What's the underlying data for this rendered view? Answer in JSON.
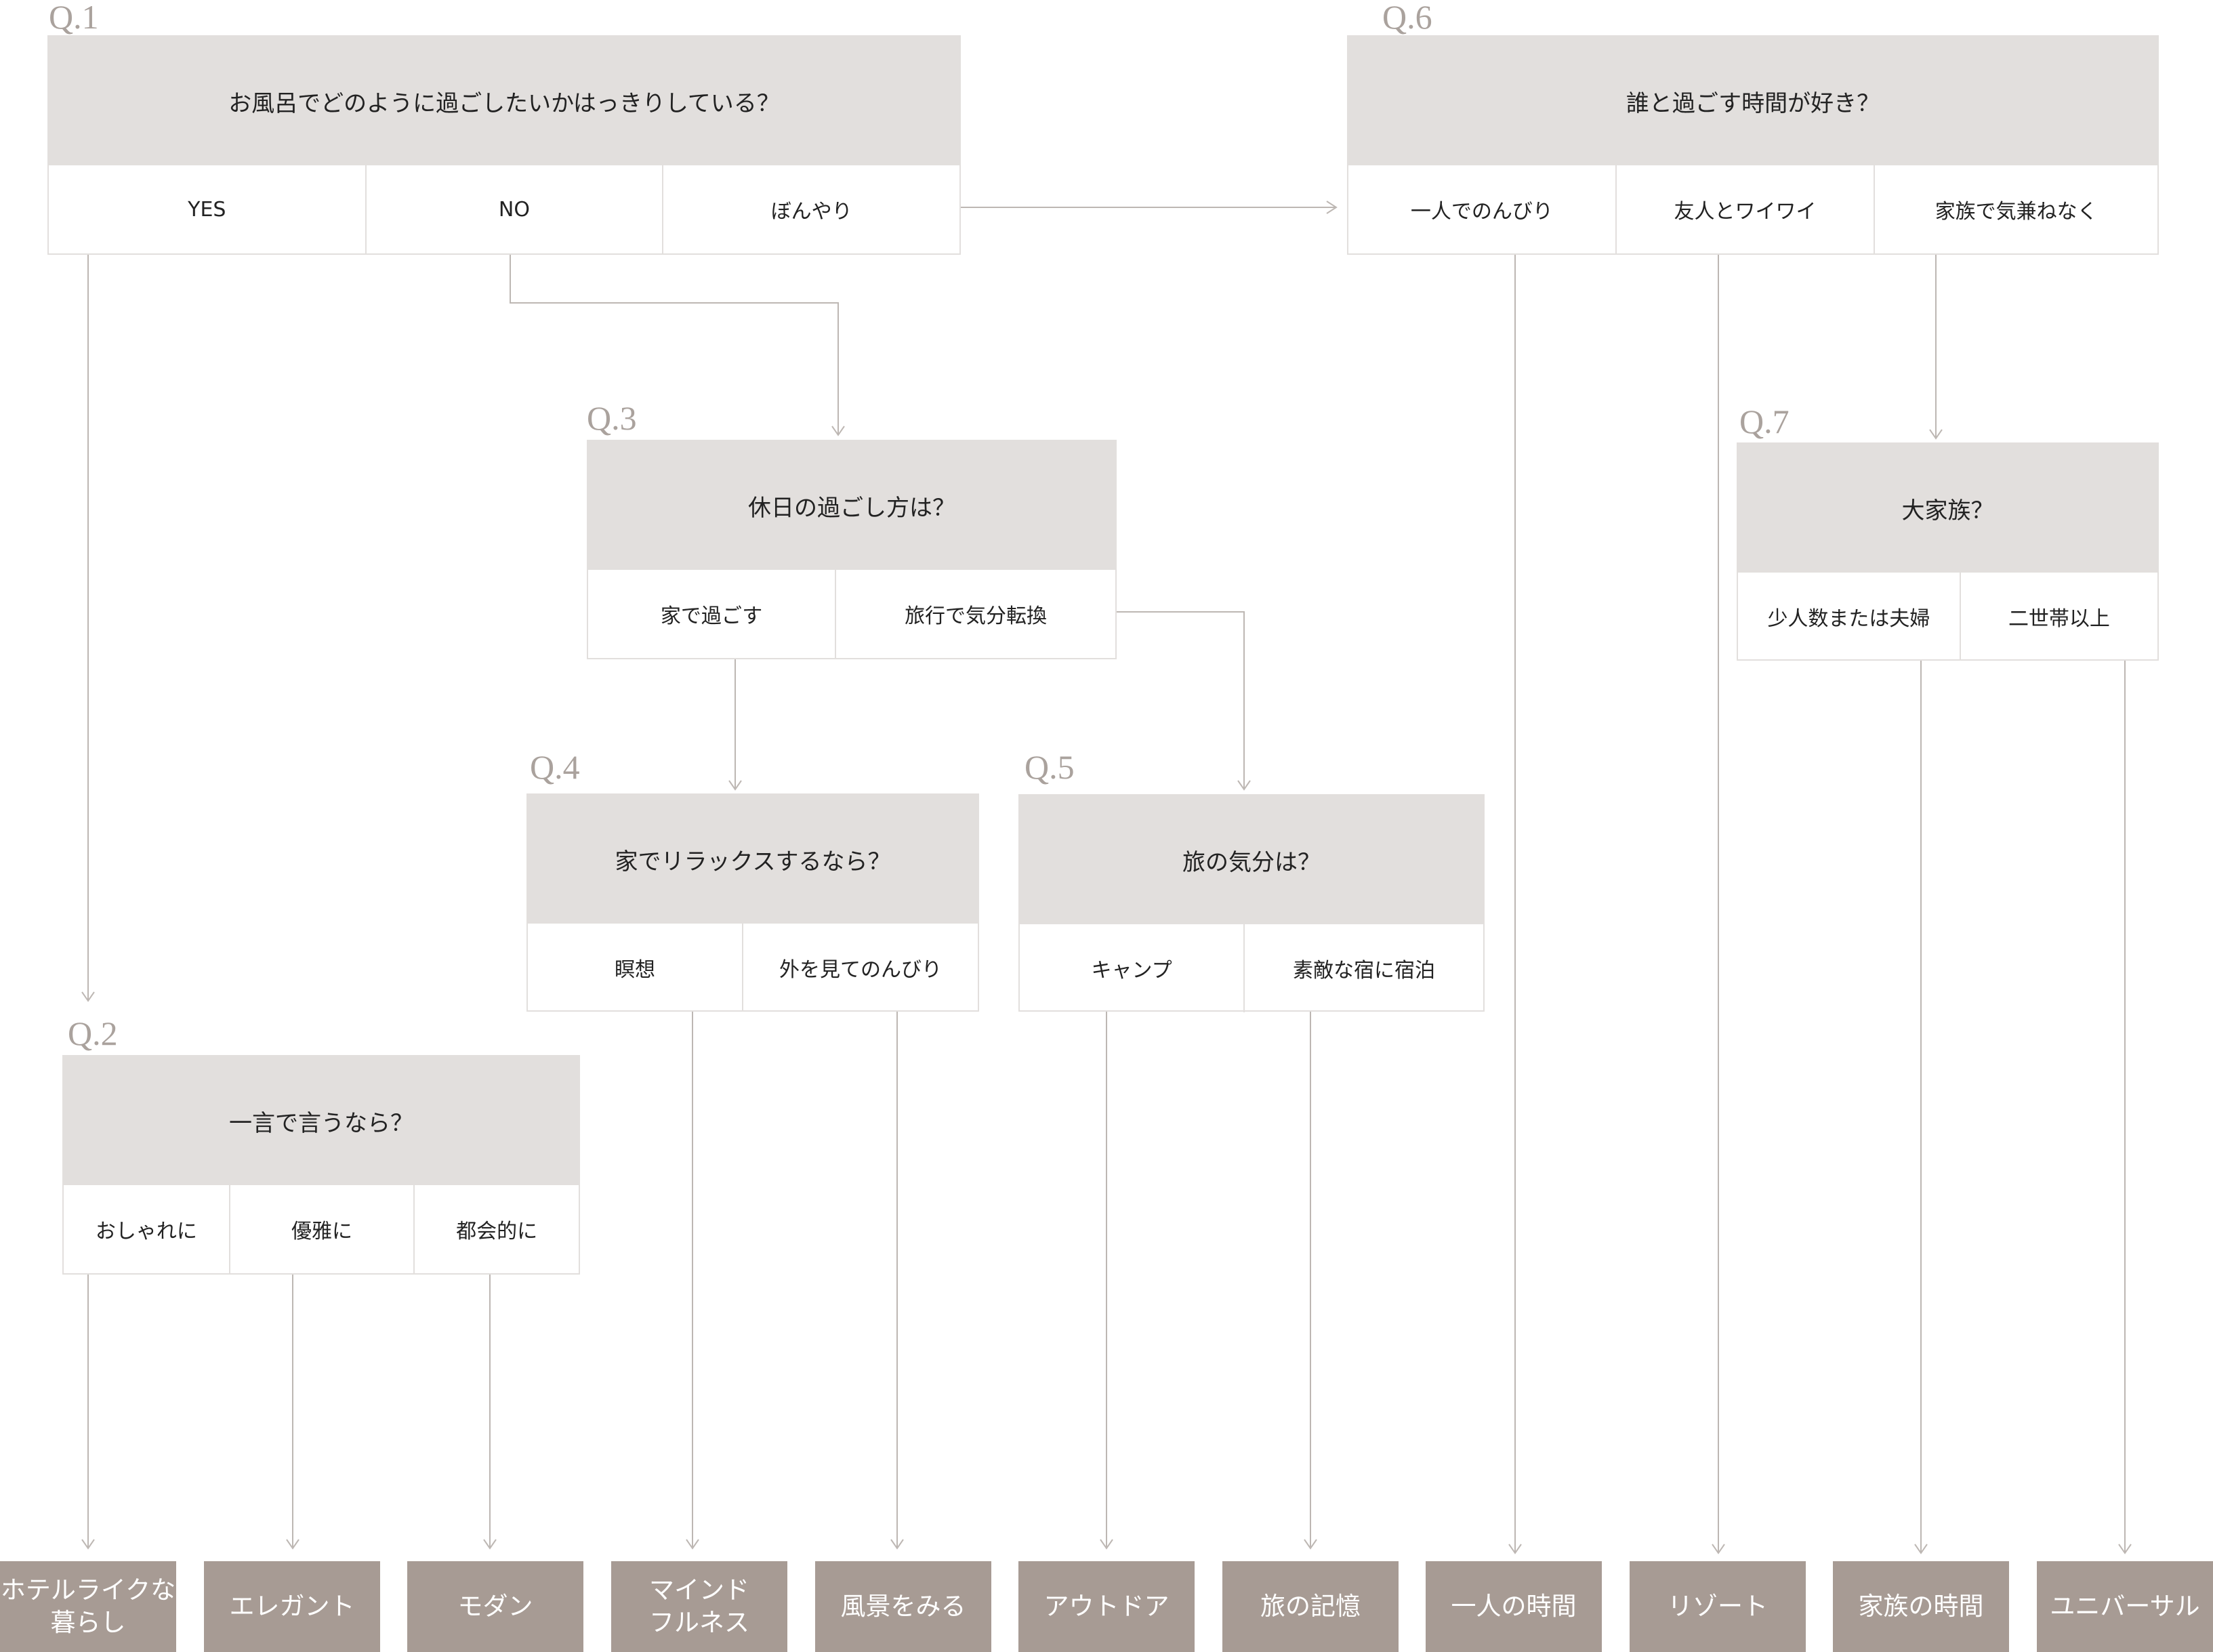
{
  "colors": {
    "header_bg": "#e2dfdd",
    "result_bg": "#a79b94",
    "line": "#bdb7b3",
    "qlabel": "#aaa29d"
  },
  "questions": [
    {
      "label": "Q.1",
      "text": "お風呂でどのように過ごしたいかはっきりしている？",
      "options": [
        "YES",
        "NO",
        "ぼんやり"
      ]
    },
    {
      "label": "Q.2",
      "text": "一言で言うなら？",
      "options": [
        "おしゃれに",
        "優雅に",
        "都会的に"
      ]
    },
    {
      "label": "Q.3",
      "text": "休日の過ごし方は？",
      "options": [
        "家で過ごす",
        "旅行で気分転換"
      ]
    },
    {
      "label": "Q.4",
      "text": "家でリラックスするなら？",
      "options": [
        "瞑想",
        "外を見てのんびり"
      ]
    },
    {
      "label": "Q.5",
      "text": "旅の気分は？",
      "options": [
        "キャンプ",
        "素敵な宿に宿泊"
      ]
    },
    {
      "label": "Q.6",
      "text": "誰と過ごす時間が好き？",
      "options": [
        "一人でのんびり",
        "友人とワイワイ",
        "家族で気兼ねなく"
      ]
    },
    {
      "label": "Q.7",
      "text": "大家族？",
      "options": [
        "少人数または夫婦",
        "二世帯以上"
      ]
    }
  ],
  "results": [
    "ホテルライクな\n暮らし",
    "エレガント",
    "モダン",
    "マインド\nフルネス",
    "風景をみる",
    "アウトドア",
    "旅の記憶",
    "一人の時間",
    "リゾート",
    "家族の時間",
    "ユニバーサル"
  ]
}
